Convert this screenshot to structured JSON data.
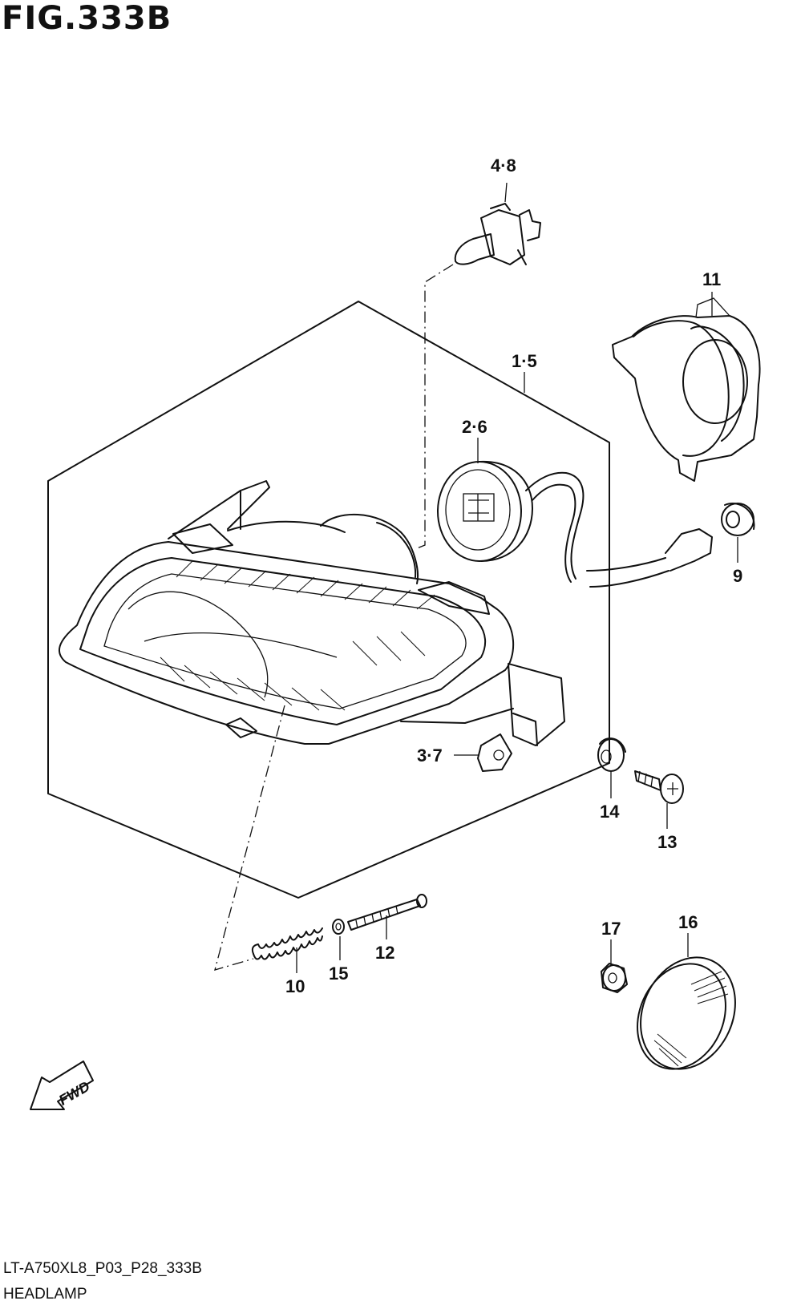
{
  "figure": {
    "title": "FIG.333B",
    "code": "LT-A750XL8_P03_P28_333B",
    "name": "HEADLAMP"
  },
  "direction_arrow": {
    "label": "FWD",
    "icon": "fwd-arrow-icon"
  },
  "callouts": {
    "c_4_8": "4·8",
    "c_11": "11",
    "c_1_5": "1·5",
    "c_2_6": "2·6",
    "c_9": "9",
    "c_3_7": "3·7",
    "c_14": "14",
    "c_13": "13",
    "c_17": "17",
    "c_16": "16",
    "c_12": "12",
    "c_15": "15",
    "c_10": "10"
  },
  "parts": [
    {
      "id": "1·5",
      "name": "headlamp-assembly"
    },
    {
      "id": "2·6",
      "name": "bulb-socket"
    },
    {
      "id": "3·7",
      "name": "clip-nut"
    },
    {
      "id": "4·8",
      "name": "bulb"
    },
    {
      "id": "9",
      "name": "grommet"
    },
    {
      "id": "10",
      "name": "spring"
    },
    {
      "id": "11",
      "name": "headlamp-cover"
    },
    {
      "id": "12",
      "name": "adjusting-screw"
    },
    {
      "id": "13",
      "name": "screw"
    },
    {
      "id": "14",
      "name": "cushion"
    },
    {
      "id": "15",
      "name": "washer"
    },
    {
      "id": "16",
      "name": "reflex-reflector"
    },
    {
      "id": "17",
      "name": "nut"
    }
  ]
}
